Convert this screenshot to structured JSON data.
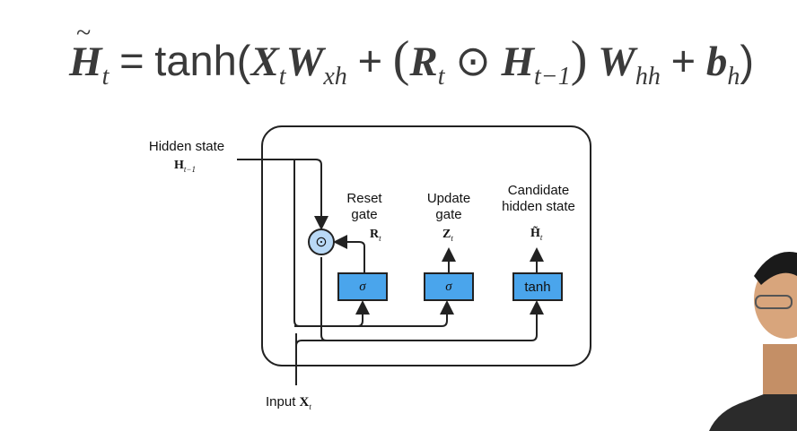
{
  "equation": {
    "lhs": "H",
    "lhs_sub": "t",
    "equals": "=",
    "func": "tanh(",
    "x": "X",
    "x_sub": "t",
    "w_xh": "W",
    "w_xh_sub": "xh",
    "plus1": "+",
    "lparen": "(",
    "r": "R",
    "r_sub": "t",
    "odot": "⊙",
    "h": "H",
    "h_sub": "t−1",
    "rparen": ")",
    "w_hh": "W",
    "w_hh_sub": "hh",
    "plus2": "+",
    "b": "b",
    "b_sub": "h",
    "close": ")"
  },
  "diagram": {
    "hidden_state_label": "Hidden state",
    "hidden_state_symbol": "H",
    "hidden_state_sub": "t−1",
    "reset_label_line1": "Reset",
    "reset_label_line2": "gate",
    "reset_symbol": "R",
    "reset_sub": "t",
    "update_label_line1": "Update",
    "update_label_line2": "gate",
    "update_symbol": "Z",
    "update_sub": "t",
    "candidate_label_line1": "Candidate",
    "candidate_label_line2": "hidden state",
    "candidate_symbol": "H̃",
    "candidate_sub": "t",
    "reset_box": "σ",
    "update_box": "σ",
    "candidate_box": "tanh",
    "odot_op": "⊙",
    "input_label": "Input",
    "input_symbol": "X",
    "input_sub": "t"
  },
  "colors": {
    "gate_fill": "#4aa5ec",
    "op_fill": "#b9d9f6",
    "stroke": "#222222"
  }
}
